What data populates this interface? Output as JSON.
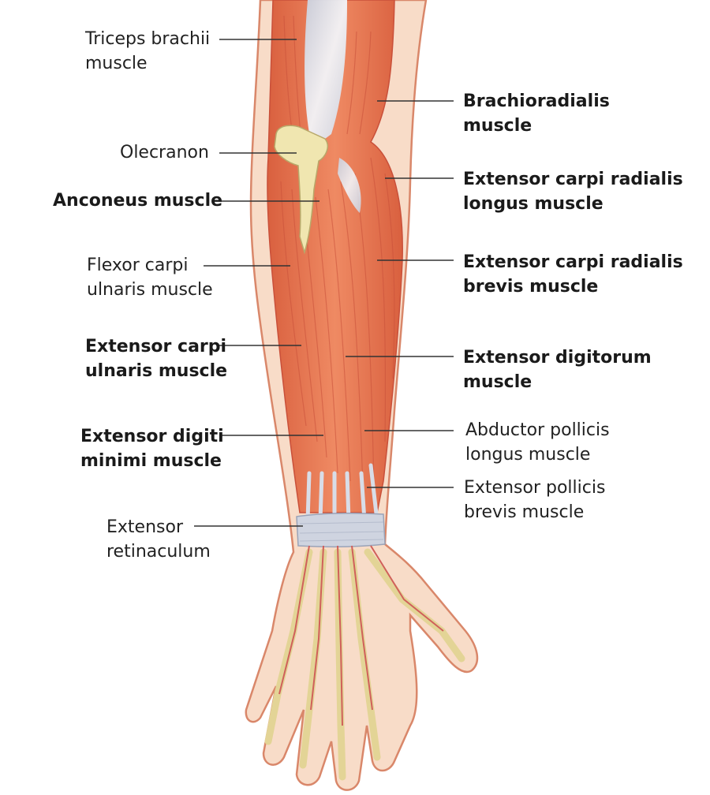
{
  "diagram": {
    "labels": {
      "triceps": {
        "lines": [
          "Triceps brachii",
          "muscle"
        ],
        "bold": false
      },
      "olecranon": {
        "lines": [
          "Olecranon"
        ],
        "bold": false
      },
      "anconeus": {
        "lines": [
          "Anconeus muscle"
        ],
        "bold": true
      },
      "fcu": {
        "lines": [
          "Flexor carpi",
          "ulnaris muscle"
        ],
        "bold": false
      },
      "ecu": {
        "lines": [
          "Extensor carpi",
          "ulnaris muscle"
        ],
        "bold": true
      },
      "edm": {
        "lines": [
          "Extensor digiti",
          "minimi muscle"
        ],
        "bold": true
      },
      "retinaculum": {
        "lines": [
          "Extensor",
          "retinaculum"
        ],
        "bold": false
      },
      "brachioradialis": {
        "lines": [
          "Brachioradialis",
          "muscle"
        ],
        "bold": true
      },
      "ecrl": {
        "lines": [
          "Extensor carpi radialis",
          "longus muscle"
        ],
        "bold": true
      },
      "ecrb": {
        "lines": [
          "Extensor carpi radialis",
          "brevis muscle"
        ],
        "bold": true
      },
      "digitorum": {
        "lines": [
          "Extensor digitorum",
          "muscle"
        ],
        "bold": true
      },
      "apl": {
        "lines": [
          "Abductor pollicis",
          "longus muscle"
        ],
        "bold": false
      },
      "epb": {
        "lines": [
          "Extensor pollicis",
          "brevis muscle"
        ],
        "bold": false
      }
    },
    "colors": {
      "skin": "#f8dcc8",
      "skin_outline": "#d9876a",
      "muscle": "#e5734f",
      "muscle_dark": "#c9503a",
      "tendon": "#d8dde8",
      "bone": "#f0e6b0",
      "leader_line": "#333333"
    }
  }
}
